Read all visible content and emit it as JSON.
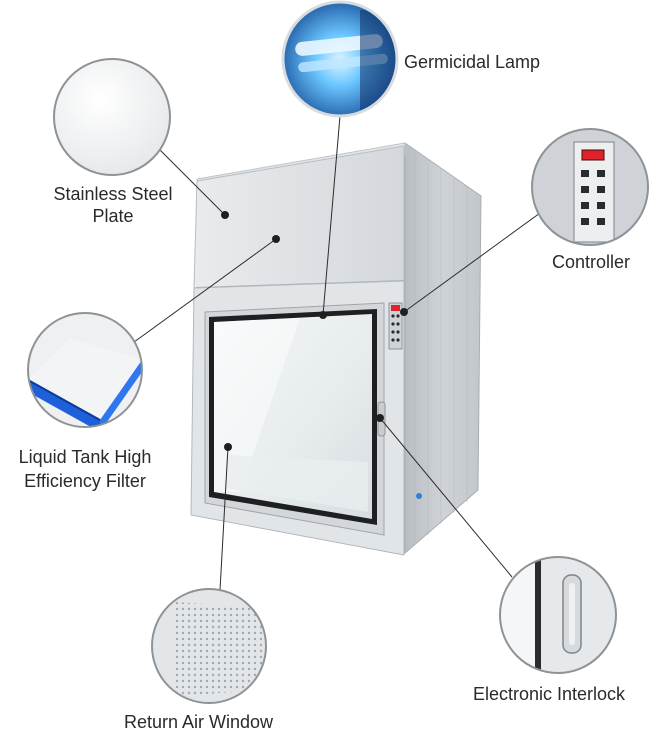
{
  "callouts": {
    "germicidal_lamp": "Germicidal Lamp",
    "stainless_steel_plate": [
      "Stainless Steel",
      "Plate"
    ],
    "controller": "Controller",
    "liquid_tank_filter": [
      "Liquid Tank High",
      "Efficiency Filter"
    ],
    "return_air_window": "Return Air Window",
    "electronic_interlock": "Electronic Interlock"
  },
  "colors": {
    "uv_glow": "#1e8ff0",
    "filter_blue": "#1f5fd9",
    "steel": "#d9dde0",
    "leader_line": "#2b2b2b",
    "indicator_red": "#e0222a"
  }
}
